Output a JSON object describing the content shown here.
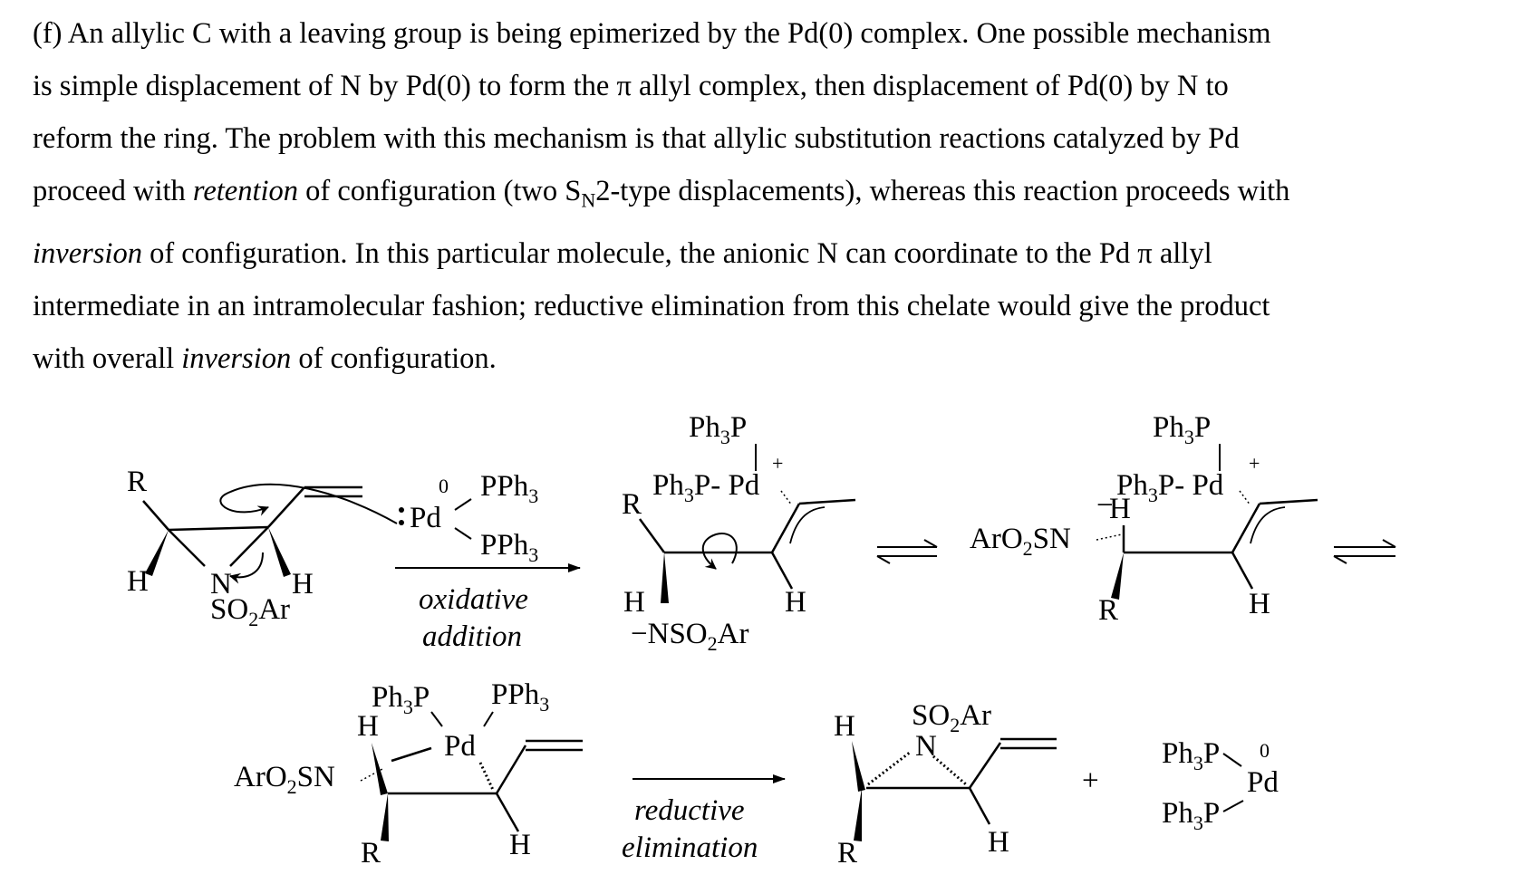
{
  "paragraph": {
    "lines": [
      {
        "pre": "(f)  An allylic C with a leaving group is being epimerized by the Pd(0) complex.  One possible mechanism",
        "italic": "",
        "post": ""
      },
      {
        "pre": "is simple displacement of N by Pd(0) to form the π allyl complex, then displacement of Pd(0) by N to",
        "italic": "",
        "post": ""
      },
      {
        "pre": "reform the ring.  The problem with this mechanism is that allylic substitution reactions catalyzed by Pd",
        "italic": "",
        "post": ""
      },
      {
        "pre": "proceed with ",
        "italic": "retention",
        "post": " of configuration (two S",
        "sub": "N",
        "post2": "2-type displacements), whereas this reaction proceeds with"
      },
      {
        "pre": "",
        "italic": "inversion",
        "post": " of configuration.  In this particular molecule, the anionic N can coordinate to the Pd π allyl"
      },
      {
        "pre": "intermediate in an intramolecular fashion; reductive elimination from this chelate would give the product",
        "italic": "",
        "post": ""
      },
      {
        "pre": "with overall ",
        "italic": "inversion",
        "post": " of configuration."
      }
    ]
  },
  "scheme": {
    "arrow1_label_line1": "oxidative",
    "arrow1_label_line2": "addition",
    "arrow2_label_line1": "reductive",
    "arrow2_label_line2": "elimination",
    "plus": "+",
    "pd_label": "Pd",
    "pd_ox_state": "0",
    "pph3": "PPh",
    "ph3p": "Ph",
    "ph3p_dash_pd": "P- Pd",
    "sub3": "3",
    "sub2": "2",
    "charge_plus": "+",
    "charge_minus": "−",
    "R": "R",
    "H": "H",
    "N": "N",
    "SO2Ar_a": "SO",
    "SO2Ar_b": "Ar",
    "NSO2Ar_a": "−NSO",
    "ArO2SN_a": "ArO",
    "ArO2SN_b": "SN"
  }
}
